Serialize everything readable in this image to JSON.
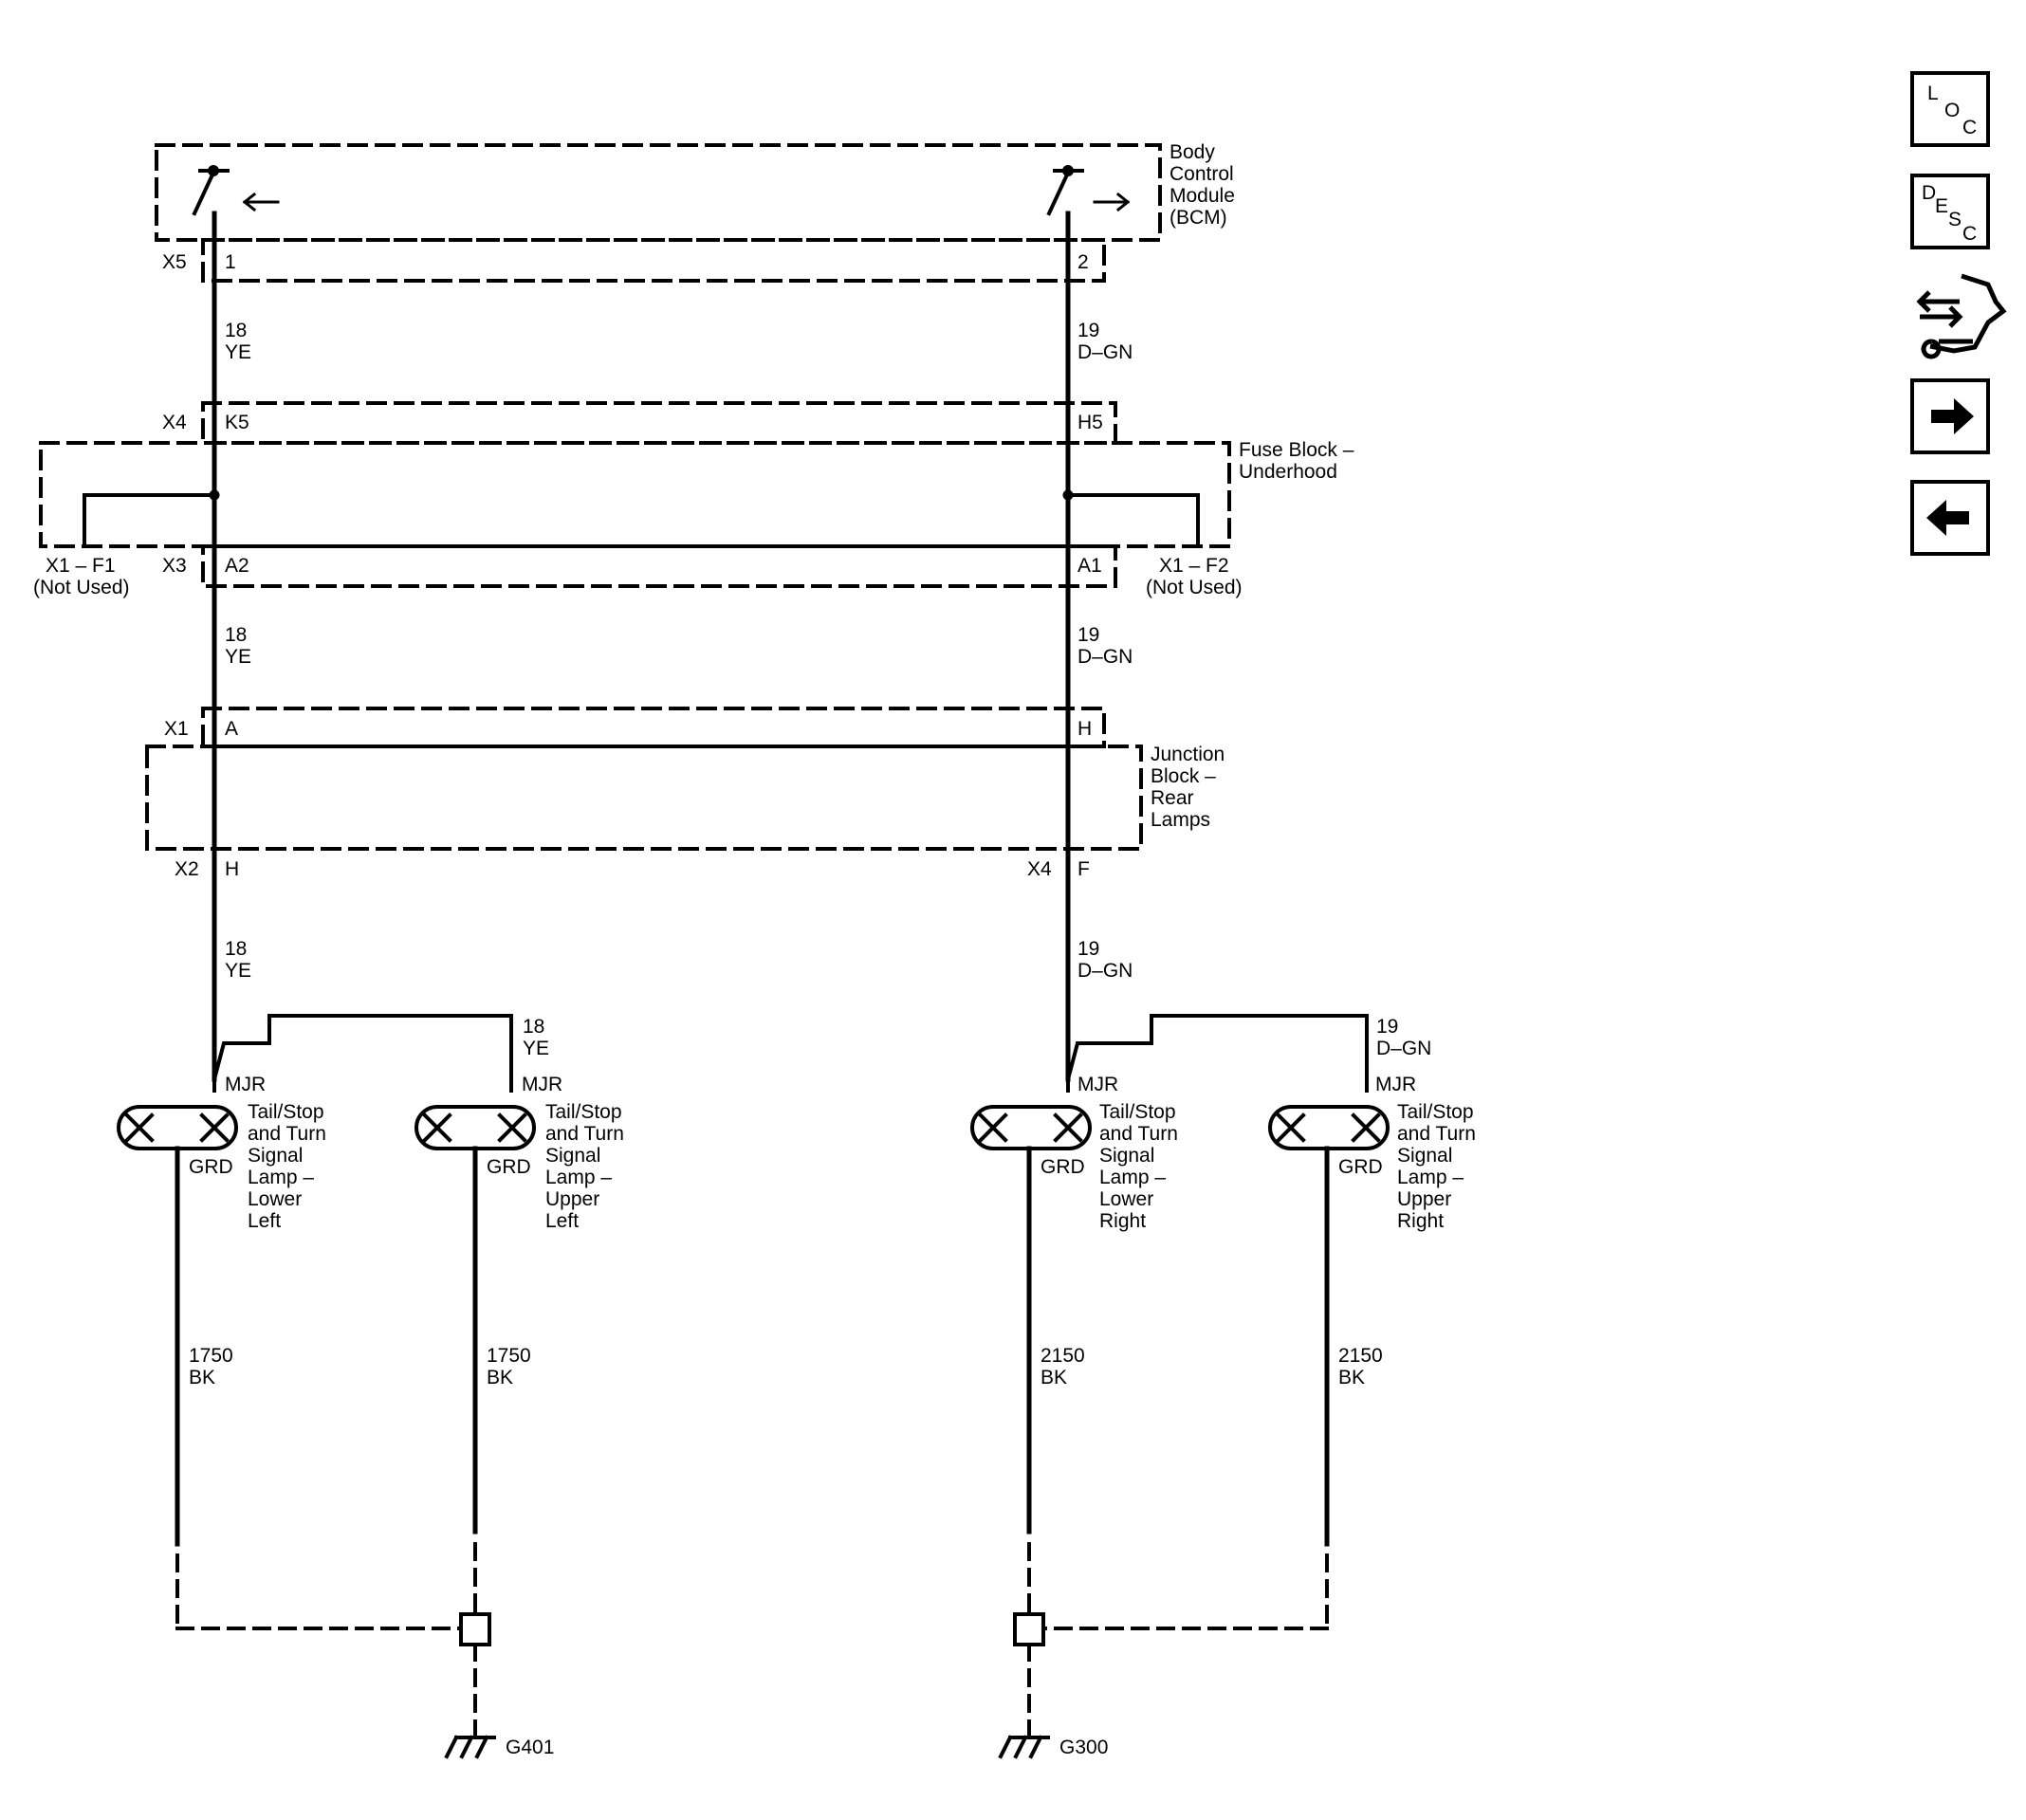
{
  "modules": {
    "bcm": [
      "Body",
      "Control",
      "Module",
      "(BCM)"
    ],
    "fuse_block": [
      "Fuse Block –",
      "Underhood"
    ],
    "junction_block": [
      "Junction",
      "Block –",
      "Rear",
      "Lamps"
    ]
  },
  "connectors": {
    "x5": "X5",
    "x5_pin1": "1",
    "x5_pin2": "2",
    "x4_fuse": "X4",
    "k5": "K5",
    "h5": "H5",
    "x3": "X3",
    "a2": "A2",
    "a1": "A1",
    "x1_f1": "X1 – F1",
    "x1_f2": "X1 – F2",
    "not_used": "(Not Used)",
    "x1_jb": "X1",
    "pin_a": "A",
    "pin_h_top": "H",
    "x2": "X2",
    "pin_h_bottom": "H",
    "x4_jb": "X4",
    "pin_f": "F"
  },
  "wires": {
    "left_size": "18",
    "left_color": "YE",
    "right_size": "19",
    "right_color": "D–GN",
    "ground_left_size": "1750",
    "ground_right_size": "2150",
    "ground_color": "BK"
  },
  "lamps": {
    "mjr": "MJR",
    "grd": "GRD",
    "lower_left": [
      "Tail/Stop",
      "and Turn",
      "Signal",
      "Lamp –",
      "Lower",
      "Left"
    ],
    "upper_left": [
      "Tail/Stop",
      "and Turn",
      "Signal",
      "Lamp –",
      "Upper",
      "Left"
    ],
    "lower_right": [
      "Tail/Stop",
      "and Turn",
      "Signal",
      "Lamp –",
      "Lower",
      "Right"
    ],
    "upper_right": [
      "Tail/Stop",
      "and Turn",
      "Signal",
      "Lamp –",
      "Upper",
      "Right"
    ]
  },
  "grounds": {
    "left": "G401",
    "right": "G300"
  },
  "nav": {
    "loc": [
      "L",
      "O",
      "C"
    ],
    "desc": [
      "D",
      "E",
      "S",
      "C"
    ],
    "connector_icon": "connector-end-view-icon",
    "next_icon": "arrow-right-icon",
    "prev_icon": "arrow-left-icon"
  }
}
